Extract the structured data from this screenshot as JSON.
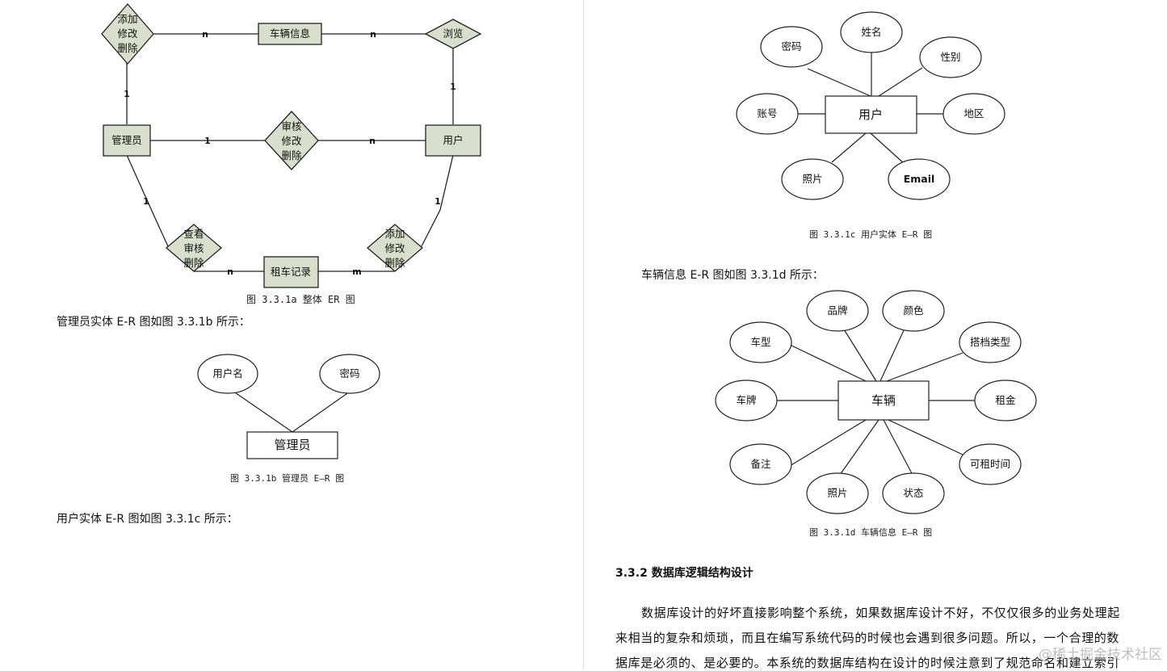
{
  "diagram_a": {
    "nodes": {
      "add_modify_delete_top": [
        "添加",
        "修改",
        "删除"
      ],
      "vehicle_info": "车辆信息",
      "browse": "浏览",
      "admin": "管理员",
      "review_modify_delete": [
        "审核",
        "修改",
        "删除"
      ],
      "user": "用户",
      "view_review_delete": [
        "查看",
        "审核",
        "删除"
      ],
      "rental_record": "租车记录",
      "add_modify_delete_bottom": [
        "添加",
        "修改",
        "删除"
      ]
    },
    "cardinalities": {
      "amd_top_vehicle": "n",
      "vehicle_browse": "n",
      "amd_top_admin": "1",
      "browse_user": "1",
      "admin_review": "1",
      "review_user": "n",
      "admin_view": "1",
      "user_amd_bottom": "1",
      "view_rental": "n",
      "rental_amd_bottom": "m"
    },
    "caption": "图 3.3.1a 整体 ER 图"
  },
  "para_admin_intro": "管理员实体 E-R 图如图 3.3.1b 所示：",
  "diagram_b": {
    "entity": "管理员",
    "attributes": [
      "用户名",
      "密码"
    ],
    "caption": "图 3.3.1b 管理员 E—R 图"
  },
  "para_user_intro": "用户实体 E-R 图如图 3.3.1c 所示：",
  "diagram_c": {
    "entity": "用户",
    "attributes": [
      "密码",
      "姓名",
      "性别",
      "账号",
      "地区",
      "照片",
      "Email"
    ],
    "caption": "图 3.3.1c 用户实体 E—R 图"
  },
  "para_vehicle_intro": "车辆信息 E-R 图如图 3.3.1d 所示：",
  "diagram_d": {
    "entity": "车辆",
    "attributes": [
      "品牌",
      "颜色",
      "车型",
      "搭档类型",
      "车牌",
      "租金",
      "备注",
      "可租时间",
      "照片",
      "状态"
    ],
    "caption": "图 3.3.1d 车辆信息 E—R 图"
  },
  "section_heading": "3.3.2 数据库逻辑结构设计",
  "body_lines": [
    "数据库设计的好坏直接影响整个系统，如果数据库设计不好，不仅仅很多的业务处理起",
    "来相当的复杂和烦琐，而且在编写系统代码的时候也会遇到很多问题。所以，一个合理的数",
    "据库是必须的、是必要的。本系统的数据库结构在设计的时候注意到了规范命名和建立索引"
  ],
  "watermark": "@稀土掘金技术社区"
}
